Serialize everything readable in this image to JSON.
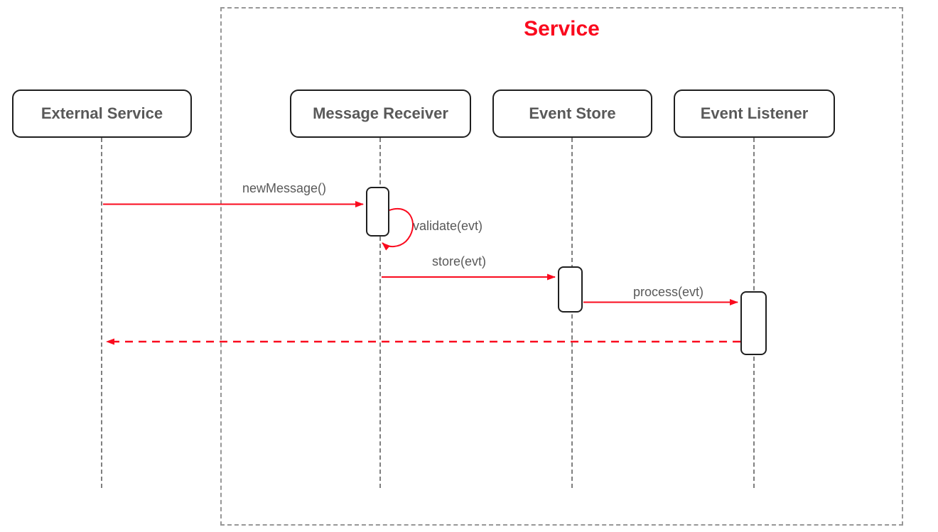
{
  "diagram": {
    "type": "uml-sequence-diagram",
    "boundary_title": "Service"
  },
  "participants": [
    {
      "id": "external-service",
      "label": "External Service",
      "inside_boundary": false
    },
    {
      "id": "message-receiver",
      "label": "Message Receiver",
      "inside_boundary": true
    },
    {
      "id": "event-store",
      "label": "Event Store",
      "inside_boundary": true
    },
    {
      "id": "event-listener",
      "label": "Event Listener",
      "inside_boundary": true
    }
  ],
  "messages": [
    {
      "label": "newMessage()",
      "from": "External Service",
      "to": "Message Receiver",
      "style": "solid"
    },
    {
      "label": "validate(evt)",
      "from": "Message Receiver",
      "to": "Message Receiver",
      "style": "self-call"
    },
    {
      "label": "store(evt)",
      "from": "Message Receiver",
      "to": "Event Store",
      "style": "solid"
    },
    {
      "label": "process(evt)",
      "from": "Event Store",
      "to": "Event Listener",
      "style": "solid"
    },
    {
      "label": "",
      "from": "Event Listener",
      "to": "External Service",
      "style": "dashed-return"
    }
  ],
  "colors": {
    "accent_red": "#fa0a1e",
    "participant_border": "#1f1f1f",
    "participant_text": "#595959",
    "message_text": "#595959",
    "lifeline_gray": "#7f7f7f",
    "boundary_gray": "#979797",
    "background": "#ffffff"
  }
}
